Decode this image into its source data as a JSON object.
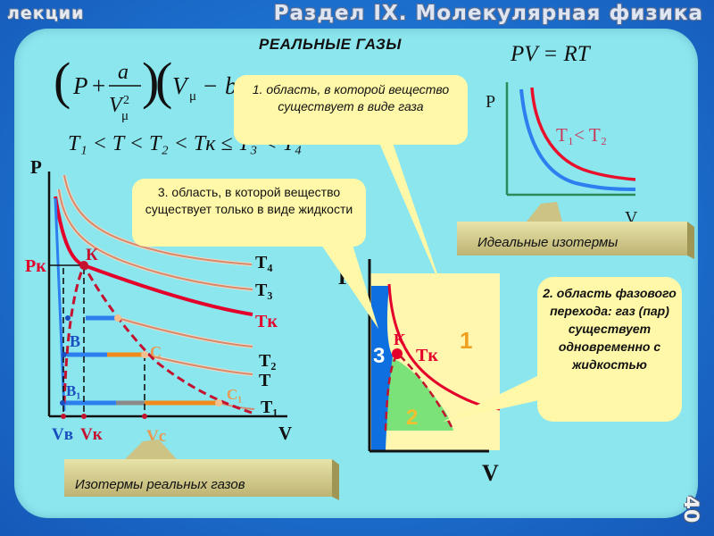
{
  "header": {
    "lectures": "лекции",
    "section": "Раздел IX. Молекулярная физика",
    "page": "40"
  },
  "title": "РЕАЛЬНЫЕ ГАЗЫ",
  "formulas": {
    "van_der_waals": {
      "P": "P",
      "plus": "+",
      "a": "a",
      "V": "V",
      "mu": "μ",
      "two": "2",
      "minus": "−",
      "b": "b"
    },
    "temperatures": "T₁ < T < T₂ < Tк ≤ T₃ < T₄",
    "ideal": "PV = RT"
  },
  "callouts": {
    "gas": "1. область, в которой вещество существует в виде газа",
    "liquid": "3. область, в которой вещество существует только в виде жидкости",
    "transition": "2. область фазового перехода: газ (пар) существует одновременно с жидкостью"
  },
  "banners": {
    "ideal": "Идеальные изотермы",
    "real": "Изотермы реальных газов"
  },
  "real_chart": {
    "axis_p": "P",
    "axis_v": "V",
    "pk": "Pк",
    "k": "К",
    "isotherms": [
      "T₄",
      "T₃",
      "Tк",
      "T₂",
      "T",
      "T₁"
    ],
    "points": {
      "B": "B",
      "B1": "B₁",
      "C": "C",
      "C1": "C₁"
    },
    "vol_labels": {
      "VB": "Vв",
      "VK": "Vк",
      "VC": "Vc"
    }
  },
  "ideal_chart": {
    "axis_p": "P",
    "axis_v": "V",
    "relation": "T₁< T₂"
  },
  "phase_chart": {
    "axis_p": "P",
    "axis_v": "V",
    "k": "К",
    "tk": "Tк",
    "region1": "1",
    "region2": "2",
    "region3": "3"
  },
  "colors": {
    "panel": "#8ce6ee",
    "background": "#1d74d2",
    "callout": "#fff8a8",
    "isotherm": "#e3002b",
    "critical": "#c4122f",
    "liquid": "#0d6fe0",
    "transition": "#7be27a",
    "gas": "#fff6b0"
  }
}
